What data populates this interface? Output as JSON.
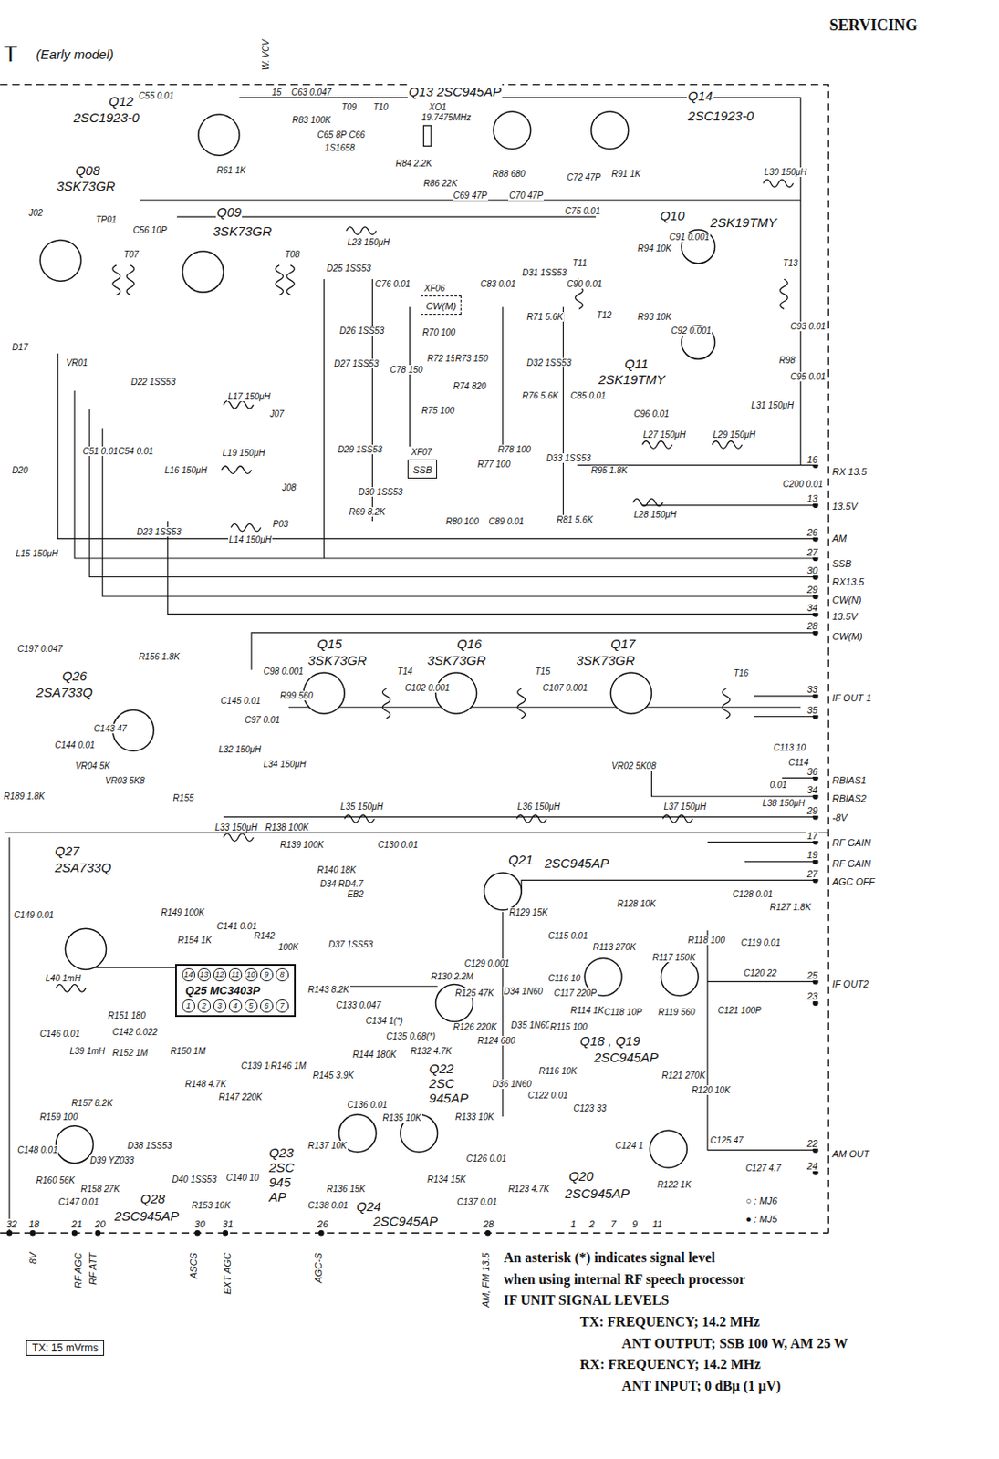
{
  "diagram": {
    "nodes": [
      {
        "text": [
          "XF06",
          "CW(M)"
        ]
      },
      {
        "text": [
          "XF07",
          "SSB"
        ]
      },
      {
        "text": [
          "Q25 MC3403P",
          "14",
          "13",
          "12",
          "11",
          "10",
          "9",
          "8",
          "1",
          "2",
          "3",
          "4",
          "5",
          "6",
          "7"
        ]
      },
      {
        "text": [
          "TX:  15 mVrms"
        ]
      }
    ],
    "labels": [
      "SERVICING",
      "T",
      "(Early model)",
      "W. VCV",
      "15",
      "C63 0.047",
      "Q13 2SC945AP",
      "Q12",
      "2SC1923-0",
      "Q14",
      "2SC1923-0",
      "T09",
      "T10",
      "XO1",
      "19.7475MHz",
      "R83 100K",
      "C65 8P",
      "C66",
      "1S1658",
      "C55 0.01",
      "R61 1K",
      "R84 2.2K",
      "R86 22K",
      "C69 47P",
      "R88 680",
      "C70 47P",
      "C72 47P",
      "R91 1K",
      "L30 150μH",
      "Q08",
      "3SK73GR",
      "C75 0.01",
      "TP01",
      "C56 10P",
      "Q09",
      "3SK73GR",
      "Q10",
      "2SK19TMY",
      "J02",
      "L23 150μH",
      "T07",
      "T08",
      "D25 1SS53",
      "C76 0.01",
      "C83 0.01",
      "D31 1SS53",
      "C90 0.01",
      "T11",
      "R94 10K",
      "C91 0.001",
      "T13",
      "D26 1SS53",
      "R71 5.6K",
      "R70 100",
      "T12",
      "R93 10K",
      "C92 0.001",
      "C93 0.01",
      "D27 1SS53",
      "C78 150",
      "R72 150",
      "R73 150",
      "D32 1SS53",
      "Q11",
      "2SK19TMY",
      "R98",
      "C95 0.01",
      "R74 820",
      "C85 0.01",
      "R75 100",
      "R76 5.6K",
      "L31 150μH",
      "C96 0.01",
      "D22 1SS53",
      "L17 150μH",
      "J07",
      "D29 1SS53",
      "R78 100",
      "D33 1SS53",
      "R77 100",
      "R95 1.8K",
      "L27 150μH",
      "L29 150μH",
      "16",
      "RX 13.5",
      "L16 150μH",
      "L19 150μH",
      "J08",
      "D30 1SS53",
      "C200 0.01",
      "13",
      "13.5V",
      "R69 8.2K",
      "R80 100",
      "C89 0.01",
      "R81 5.6K",
      "L28 150μH",
      "D23 1SS53",
      "P03",
      "L14 150μH",
      "26",
      "AM",
      "27",
      "SSB",
      "30",
      "RX13.5",
      "29",
      "CW(N)",
      "34",
      "13.5V",
      "28",
      "CW(M)",
      "L15 150μH",
      "C197 0.047",
      "D17",
      "D20",
      "VR01",
      "C51 0.01",
      "C54 0.01",
      "Q15",
      "3SK73GR",
      "Q16",
      "3SK73GR",
      "Q17",
      "3SK73GR",
      "Q26",
      "2SA733Q",
      "R156 1.8K",
      "C98 0.001",
      "C145 0.01",
      "T14",
      "C102 0.001",
      "T15",
      "C107 0.001",
      "T16",
      "R99 560",
      "C97 0.01",
      "C144 0.01",
      "C143 47",
      "VR04 5K",
      "VR03 5K8",
      "R155",
      "L32 150μH",
      "L34 150μH",
      "VR02 5K08",
      "C113 10",
      "33",
      "IF OUT 1",
      "35",
      "C114",
      "0.01",
      "36",
      "RBIAS1",
      "L38 150μH",
      "34",
      "RBIAS2",
      "L35 150μH",
      "L36 150μH",
      "L37 150μH",
      "L33 150μH",
      "29",
      "-8V",
      "R189 1.8K",
      "Q27",
      "2SA733Q",
      "R138 100K",
      "R139 100K",
      "C130 0.01",
      "17",
      "RF GAIN",
      "Q21",
      "2SC945AP",
      "19",
      "RF GAIN",
      "R140 18K",
      "D34 RD4.7",
      "EB2",
      "27",
      "AGC OFF",
      "C128 0.01",
      "R127 1.8K",
      "R129 15K",
      "R128 10K",
      "C149 0.01",
      "R149 100K",
      "R154 1K",
      "C141 0.01",
      "R142",
      "100K",
      "D37 1SS53",
      "C115 0.01",
      "R113 270K",
      "R117 150K",
      "R118 100",
      "C119 0.01",
      "C129 0.001",
      "R130 2.2M",
      "C116 10",
      "C120 22",
      "L40 1mH",
      "R143 8.2K",
      "D34 1N60",
      "R125 47K",
      "C117 220P",
      "25",
      "IF OUT2",
      "C133 0.047",
      "C134 1(*)",
      "C135 0.68(*)",
      "R132 4.7K",
      "R126 220K",
      "R124 680",
      "D35 1N60",
      "R115 100",
      "R114 1K",
      "C118 10P",
      "R119 560",
      "C121 100P",
      "23",
      "R151 180",
      "C142 0.022",
      "R152 1M",
      "C146 0.01",
      "L39 1mH",
      "Q18 , Q19",
      "2SC945AP",
      "R150 1M",
      "R116 10K",
      "C139 10",
      "R146 1M",
      "R144 180K",
      "R145 3.9K",
      "Q22",
      "2SC",
      "945AP",
      "R121 270K",
      "R148 4.7K",
      "R147 220K",
      "D36 1N60",
      "C122 0.01",
      "C123 33",
      "R120 10K",
      "R159 100",
      "R157 8.2K",
      "C136 0.01",
      "R135 10K",
      "R133 10K",
      "Q23",
      "2SC",
      "945",
      "AP",
      "R137 10K",
      "D38 1SS53",
      "D39 YZ033",
      "C148 0.01",
      "C124 1",
      "C125 47",
      "22",
      "AM OUT",
      "24",
      "R160 56K",
      "R158 27K",
      "C140 10",
      "R136 15K",
      "Q20",
      "2SC945AP",
      "R122 1K",
      "C127 4.7",
      "R134 15K",
      "C126 0.01",
      "C137 0.01",
      "R123 4.7K",
      "Q28",
      "2SC945AP",
      "D40 1SS53",
      "C147 0.01",
      "R153 10K",
      "C138 0.01",
      "Q24",
      "2SC945AP",
      "○ : MJ6",
      "● : MJ5",
      "32",
      "18",
      "21",
      "20",
      "30",
      "31",
      "26",
      "28",
      "1",
      "2",
      "7",
      "9",
      "11",
      "8V",
      "RF AGC",
      "RF ATT",
      "ASCS",
      "EXT AGC",
      "AGC-S",
      "AM, FM 13.5",
      "An asterisk (*) indicates signal level",
      "when using internal RF speech processor",
      "IF UNIT SIGNAL LEVELS",
      "TX:  FREQUENCY;  14.2 MHz",
      "ANT OUTPUT;  SSB 100 W,  AM 25 W",
      "RX:  FREQUENCY;  14.2 MHz",
      "ANT INPUT;  0 dBμ  (1 μV)"
    ]
  }
}
